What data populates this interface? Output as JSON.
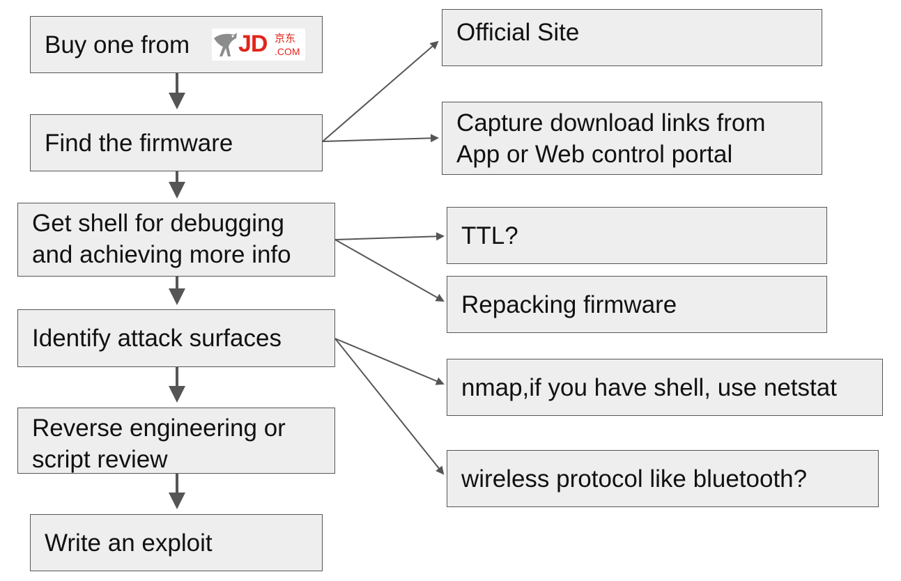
{
  "steps": {
    "buy": "Buy one from",
    "find_firmware": "Find the firmware",
    "get_shell": "Get shell for debugging\nand achieving more info",
    "identify": "Identify attack surfaces",
    "reverse": "Reverse engineering or\nscript review",
    "exploit": "Write an exploit"
  },
  "branches": {
    "official_site": "Official Site",
    "capture_links": "Capture download links from\nApp or Web control portal",
    "ttl": "TTL?",
    "repacking": "Repacking firmware",
    "nmap": "nmap,if you have shell, use netstat",
    "wireless": "wireless protocol like bluetooth?"
  },
  "logo": {
    "brand": "JD",
    "chinese": "京东",
    "domain": ".COM",
    "icon": "jd-dog-mascot-icon",
    "color": "#e1251b"
  },
  "colors": {
    "box_fill": "#eeeeee",
    "box_border": "#555555",
    "arrow": "#555555",
    "text": "#111111"
  }
}
